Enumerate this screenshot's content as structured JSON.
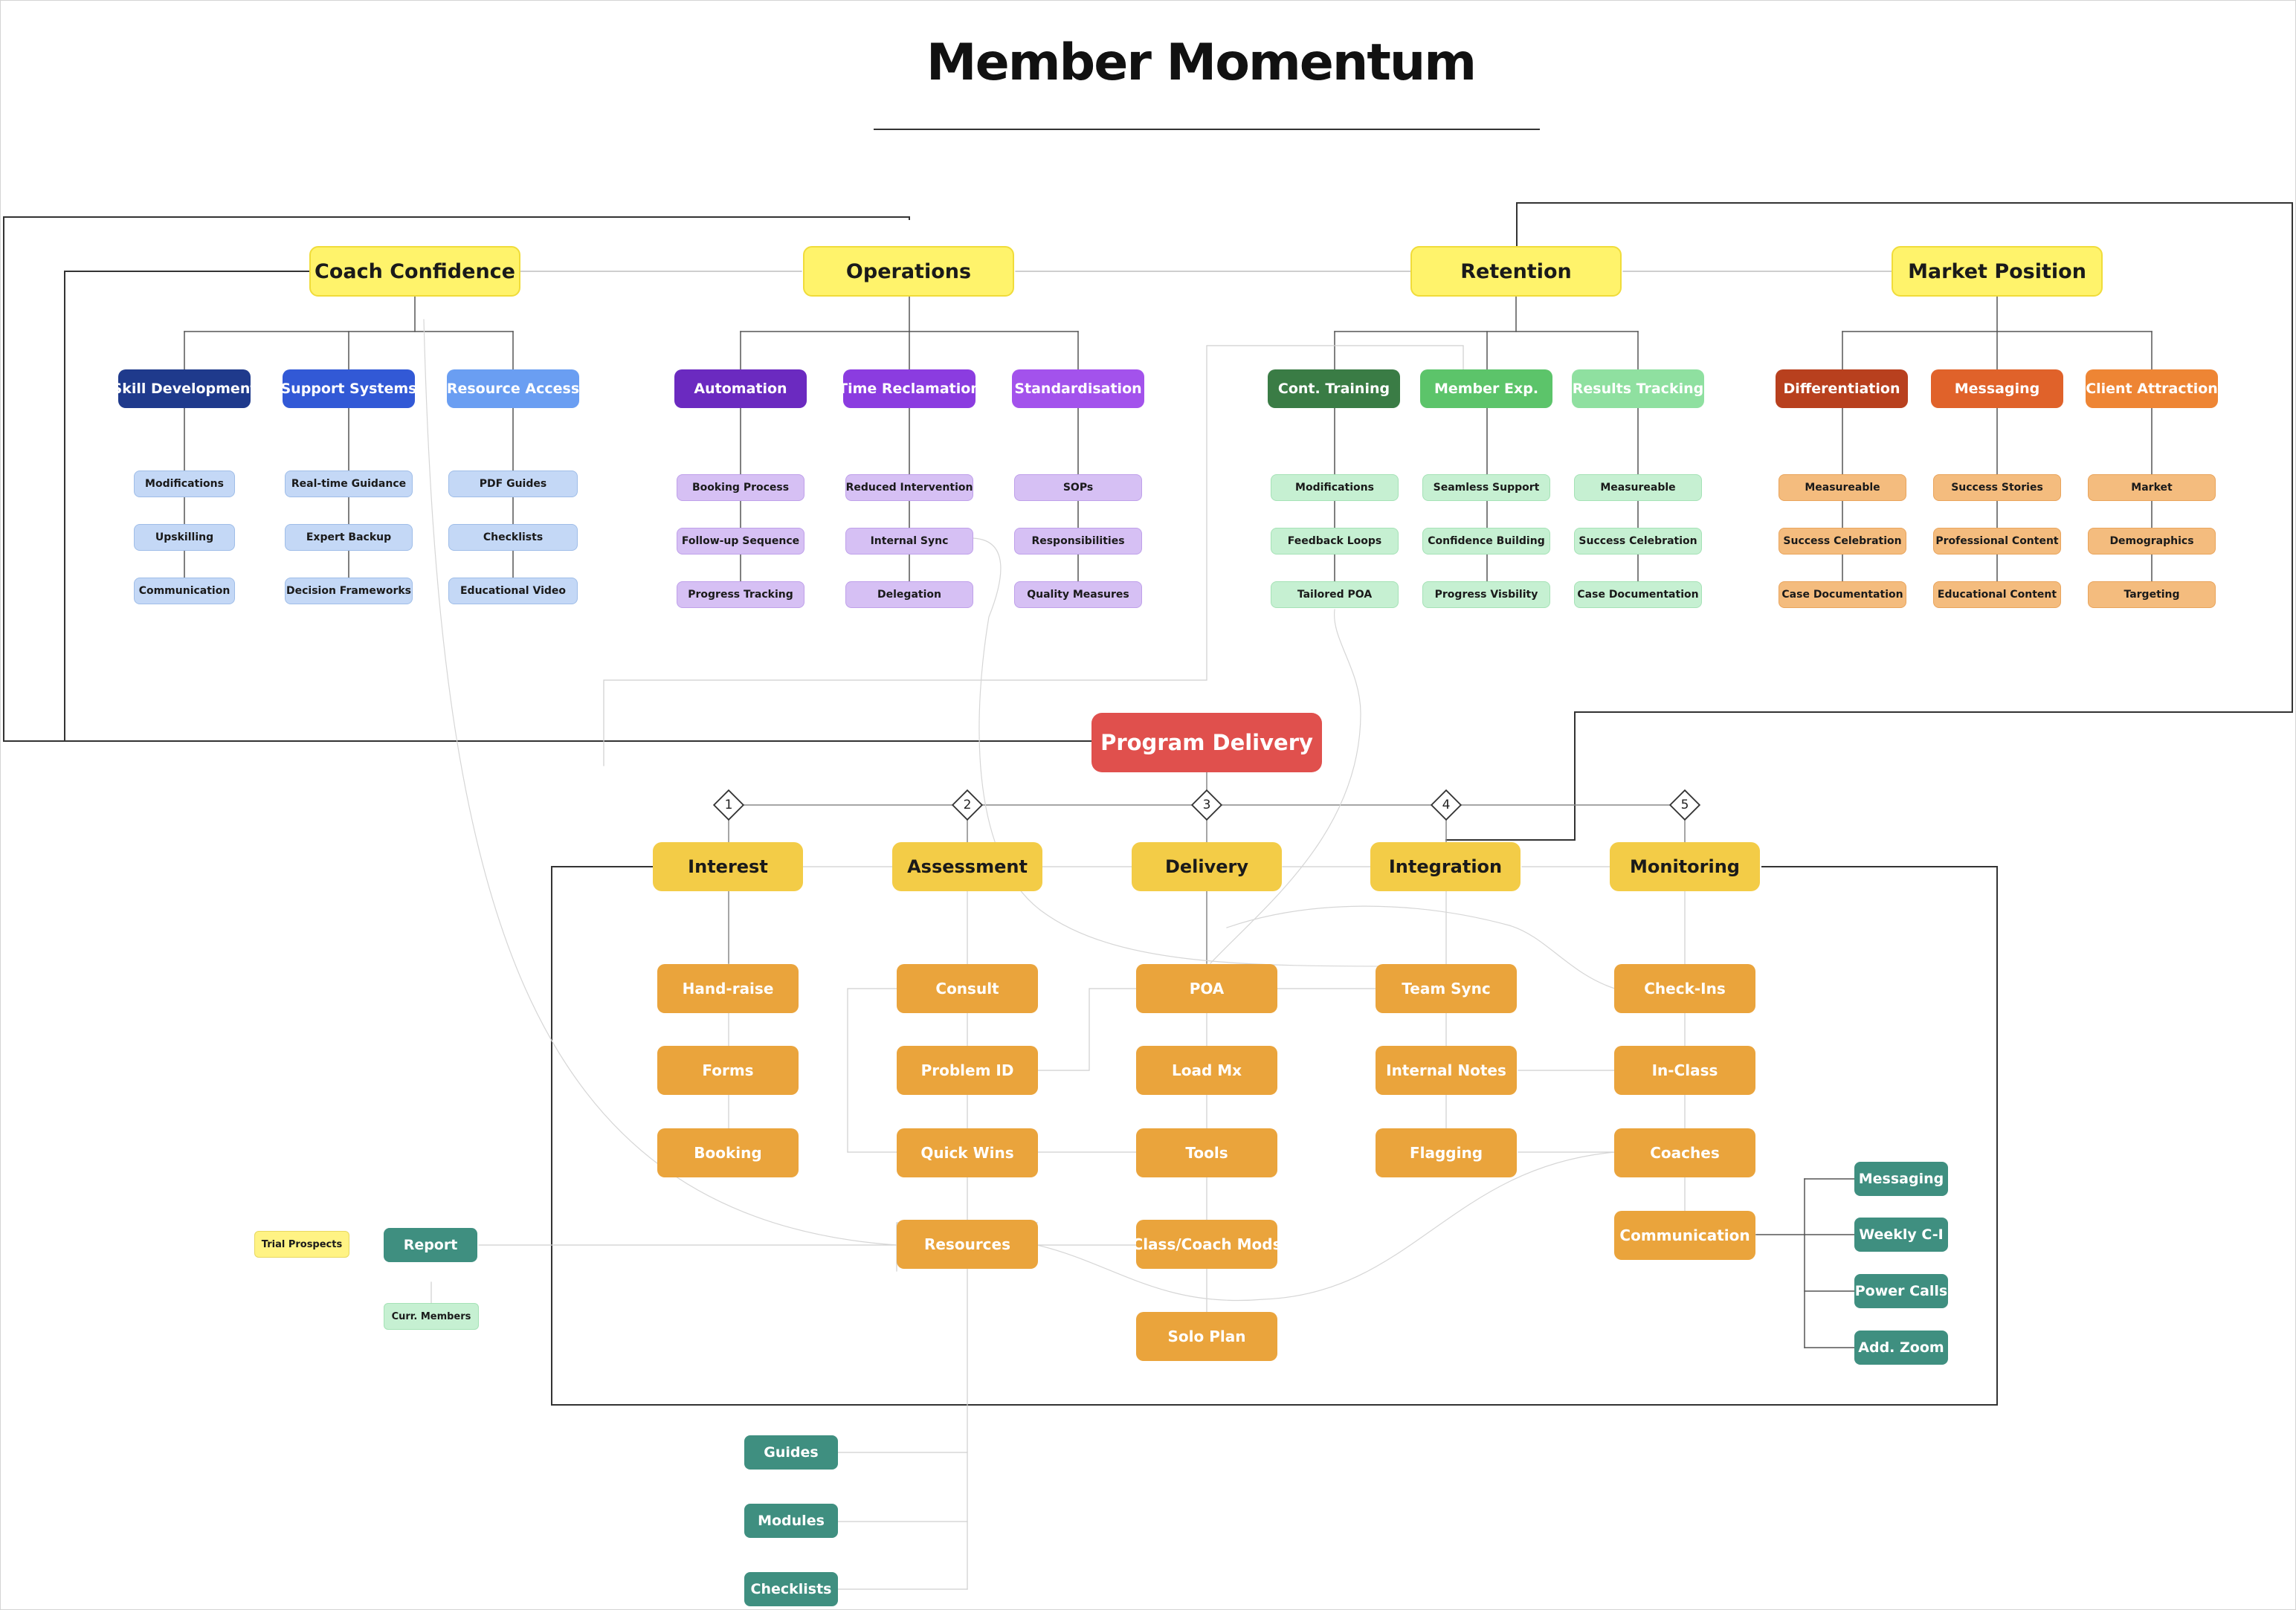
{
  "title": "Member Momentum",
  "colors": {
    "head_yellow": "#fff36b",
    "stage_yellow": "#f3cc47",
    "task_orange": "#eaa43c",
    "program_red": "#e0504d",
    "teal": "#3f8f80"
  },
  "pillars": [
    {
      "label": "Coach Confidence",
      "categories": [
        {
          "label": "Skill Development",
          "items": [
            "Modifications",
            "Upskilling",
            "Communication"
          ]
        },
        {
          "label": "Support Systems",
          "items": [
            "Real-time Guidance",
            "Expert Backup",
            "Decision Frameworks"
          ]
        },
        {
          "label": "Resource Access",
          "items": [
            "PDF Guides",
            "Checklists",
            "Educational Video"
          ]
        }
      ]
    },
    {
      "label": "Operations",
      "categories": [
        {
          "label": "Automation",
          "items": [
            "Booking Process",
            "Follow-up Sequence",
            "Progress Tracking"
          ]
        },
        {
          "label": "Time Reclamation",
          "items": [
            "Reduced Intervention",
            "Internal Sync",
            "Delegation"
          ]
        },
        {
          "label": "Standardisation",
          "items": [
            "SOPs",
            "Responsibilities",
            "Quality Measures"
          ]
        }
      ]
    },
    {
      "label": "Retention",
      "categories": [
        {
          "label": "Cont. Training",
          "items": [
            "Modifications",
            "Feedback Loops",
            "Tailored POA"
          ]
        },
        {
          "label": "Member Exp.",
          "items": [
            "Seamless Support",
            "Confidence Building",
            "Progress Visbility"
          ]
        },
        {
          "label": "Results Tracking",
          "items": [
            "Measureable",
            "Success Celebration",
            "Case Documentation"
          ]
        }
      ]
    },
    {
      "label": "Market Position",
      "categories": [
        {
          "label": "Differentiation",
          "items": [
            "Measureable",
            "Success Celebration",
            "Case Documentation"
          ]
        },
        {
          "label": "Messaging",
          "items": [
            "Success Stories",
            "Professional Content",
            "Educational Content"
          ]
        },
        {
          "label": "Client Attraction",
          "items": [
            "Market",
            "Demographics",
            "Targeting"
          ]
        }
      ]
    }
  ],
  "program": {
    "label": "Program Delivery",
    "stages": [
      {
        "number": "1",
        "label": "Interest",
        "tasks": [
          "Hand-raise",
          "Forms",
          "Booking"
        ]
      },
      {
        "number": "2",
        "label": "Assessment",
        "tasks": [
          "Consult",
          "Problem ID",
          "Quick Wins",
          "Resources"
        ]
      },
      {
        "number": "3",
        "label": "Delivery",
        "tasks": [
          "POA",
          "Load Mx",
          "Tools",
          "Class/Coach Mods",
          "Solo Plan"
        ]
      },
      {
        "number": "4",
        "label": "Integration",
        "tasks": [
          "Team Sync",
          "Internal Notes",
          "Flagging"
        ]
      },
      {
        "number": "5",
        "label": "Monitoring",
        "tasks": [
          "Check-Ins",
          "In-Class",
          "Coaches",
          "Communication"
        ]
      }
    ],
    "communication_channels": [
      "Messaging",
      "Weekly C-I",
      "Power Calls",
      "Add. Zoom"
    ],
    "resource_types": [
      "Guides",
      "Modules",
      "Checklists"
    ]
  },
  "report": {
    "label": "Report",
    "audiences": [
      "Trial Prospects",
      "Curr. Members"
    ]
  }
}
